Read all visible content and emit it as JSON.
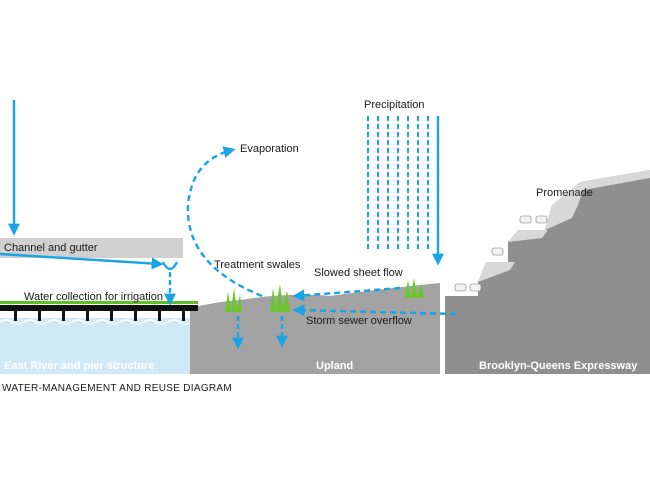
{
  "labels": {
    "precipitation": "Precipitation",
    "evaporation": "Evaporation",
    "promenade": "Promenade",
    "channel": "Channel and gutter",
    "treatment": "Treatment swales",
    "sheet_flow": "Slowed sheet flow",
    "irrigation": "Water collection for irrigation",
    "storm_overflow": "Storm sewer overflow",
    "east_river": "East River and pier structure",
    "upland": "Upland",
    "bqe": "Brooklyn-Queens Expressway"
  },
  "caption": "WATER-MANAGEMENT AND REUSE DIAGRAM",
  "colors": {
    "water_arrow": "#1aa3e6",
    "ground": "#9a9a9a",
    "channel": "#d0d0d0",
    "expressway": "#8f8f8f",
    "river": "#cfeaf6",
    "grass": "#5fbf2a",
    "pier": "#111111"
  }
}
